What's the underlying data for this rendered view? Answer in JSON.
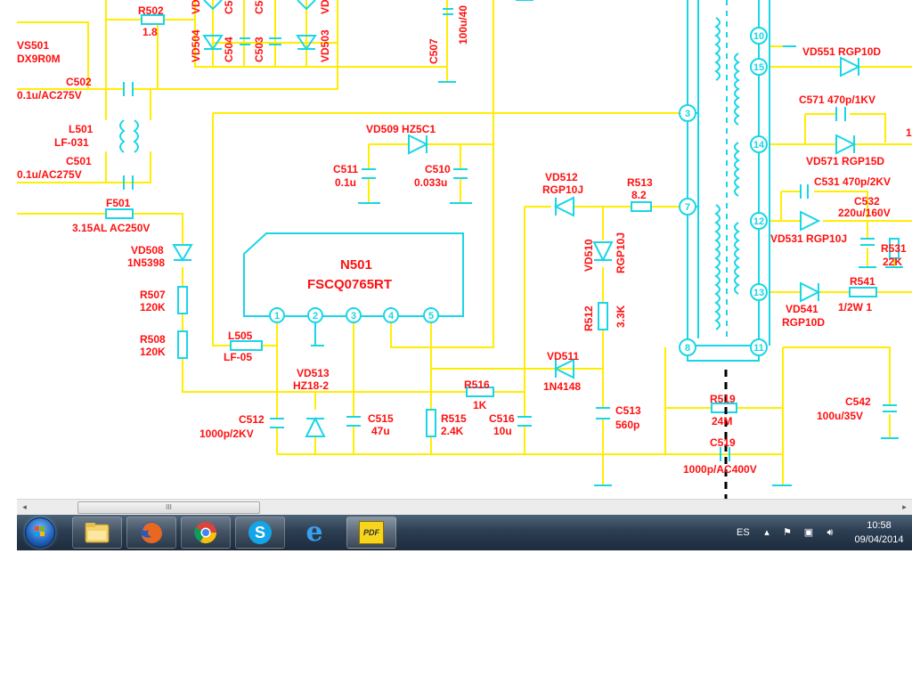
{
  "schematic": {
    "chip_name": "N501",
    "chip_part": "FSCQ0765RT",
    "chip_pins": [
      "1",
      "2",
      "3",
      "4",
      "5"
    ],
    "transformer_pins": [
      "10",
      "15",
      "3",
      "14",
      "7",
      "12",
      "13",
      "8",
      "11"
    ],
    "labels": {
      "vs501_a": "VS501",
      "vs501_b": "DX9R0M",
      "r502_a": "R502",
      "r502_b": "1.8",
      "vd504": "VD504",
      "c504": "C504",
      "c503": "C503",
      "vd503": "VD503",
      "vd504_top": "VD",
      "c504_top": "C5",
      "c503_top": "C5",
      "vd503_top": "VD",
      "c507_a": "C507",
      "c507_b": "100u/40",
      "c502_a": "C502",
      "c502_b": "0.1u/AC275V",
      "l501_a": "L501",
      "l501_b": "LF-031",
      "c501_a": "C501",
      "c501_b": "0.1u/AC275V",
      "f501_a": "F501",
      "f501_b": "3.15AL  AC250V",
      "vd508_a": "VD508",
      "vd508_b": "1N5398",
      "r507_a": "R507",
      "r507_b": "120K",
      "r508_a": "R508",
      "r508_b": "120K",
      "l505_a": "L505",
      "l505_b": "LF-05",
      "vd509": "VD509  HZ5C1",
      "c511_a": "C511",
      "c511_b": "0.1u",
      "c510_a": "C510",
      "c510_b": "0.033u",
      "vd512_a": "VD512",
      "vd512_b": "RGP10J",
      "r513_a": "R513",
      "r513_b": "8.2",
      "vd510_a": "VD510",
      "vd510_b": "RGP10J",
      "r512_a": "R512",
      "r512_b": "3.3K",
      "vd511_a": "VD511",
      "vd511_b": "1N4148",
      "c513_a": "C513",
      "c513_b": "560p",
      "vd513_a": "VD513",
      "vd513_b": "HZ18-2",
      "r516_a": "R516",
      "r516_b": "1K",
      "c512_a": "C512",
      "c512_b": "1000p/2KV",
      "c515_a": "C515",
      "c515_b": "47u",
      "r515_a": "R515",
      "r515_b": "2.4K",
      "c516_a": "C516",
      "c516_b": "10u",
      "r519_a": "R519",
      "r519_b": "24M",
      "c519_a": "C519",
      "c519_b": "1000p/AC400V",
      "vd551": "VD551  RGP10D",
      "c571": "C571  470p/1KV",
      "vd571": "VD571  RGP15D",
      "c531": "C531  470p/2KV",
      "c532_a": "C532",
      "c532_b": "220u/160V",
      "vd531": "VD531  RGP10J",
      "r531_a": "R531",
      "r531_b": "22K",
      "r541_a": "R541",
      "r541_b": "1/2W  1",
      "vd541_a": "VD541",
      "vd541_b": "RGP10D",
      "c542_a": "C542",
      "c542_b": "100u/35V",
      "edge_1": "1"
    }
  },
  "scrollbar": {
    "left_arrow": "◂",
    "right_arrow": "▸",
    "thumb_grip": "III",
    "thumb_position": 0.2
  },
  "taskbar": {
    "apps": [
      {
        "name": "Windows Explorer",
        "icon": "folder-icon"
      },
      {
        "name": "Firefox",
        "icon": "firefox-icon"
      },
      {
        "name": "Chrome",
        "icon": "chrome-icon"
      },
      {
        "name": "Skype",
        "icon": "skype-icon",
        "glyph": "S"
      },
      {
        "name": "Internet Explorer",
        "icon": "ie-icon",
        "glyph": "e"
      },
      {
        "name": "PDF Viewer",
        "icon": "pdf-icon",
        "glyph": "PDF"
      }
    ],
    "language": "ES",
    "time": "10:58",
    "date": "09/04/2014",
    "colors": {
      "wire_yellow": "#ffee00",
      "wire_cyan": "#19d6e6",
      "label_red": "#ff1010"
    }
  }
}
